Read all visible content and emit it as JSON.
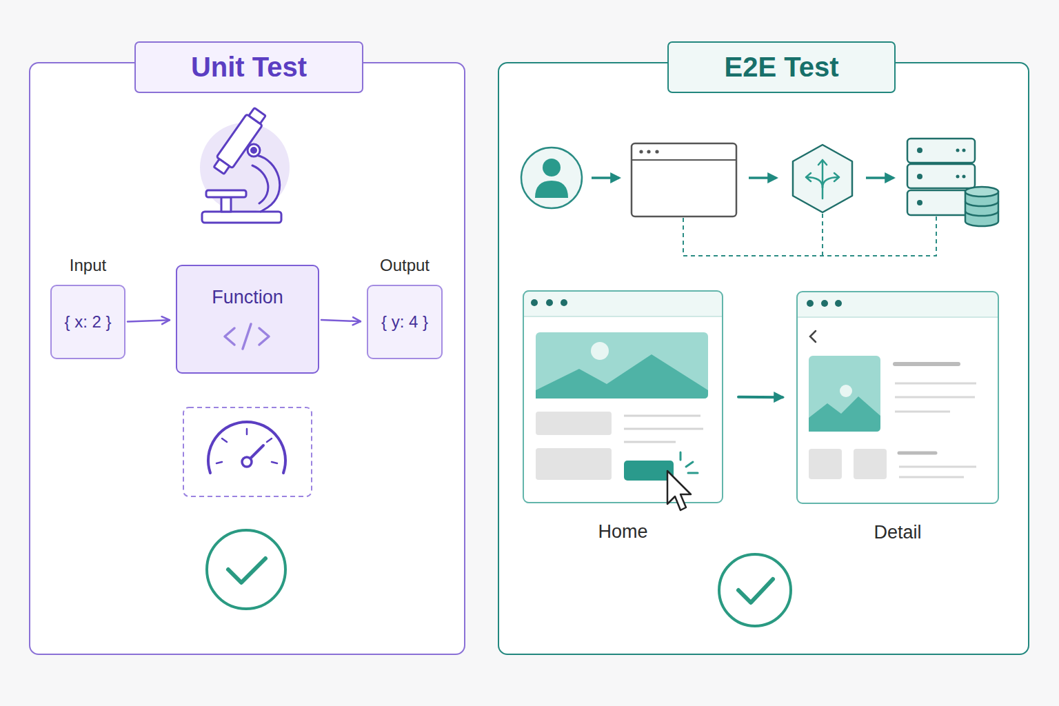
{
  "diagram": {
    "nodes": [
      {
        "text": [
          "Unit Test"
        ]
      },
      {
        "text": [
          "Input",
          "{ x: 2 }"
        ],
        "in": 0
      },
      {
        "text": [
          "Function"
        ],
        "in": 0
      },
      {
        "text": [
          "Output",
          "{ y: 4 }"
        ],
        "in": 0
      },
      {
        "text": [
          "E2E Test"
        ]
      },
      {
        "text": [
          "Home"
        ],
        "in": 4
      },
      {
        "text": [
          "Detail"
        ],
        "in": 4
      }
    ],
    "edges": [
      {
        "from": 1,
        "to": 2,
        "arrow": "to"
      },
      {
        "from": 2,
        "to": 3,
        "arrow": "to"
      },
      {
        "from": 5,
        "to": 6,
        "arrow": "to"
      }
    ]
  }
}
